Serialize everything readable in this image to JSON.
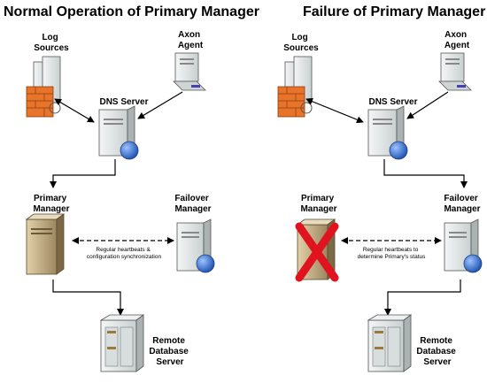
{
  "panels": [
    {
      "title": "Normal Operation of Primary Manager",
      "log_sources": [
        "Log",
        "Sources"
      ],
      "axon_agent": [
        "Axon",
        "Agent"
      ],
      "dns_server": "DNS Server",
      "primary_manager": [
        "Primary",
        "Manager"
      ],
      "failover_manager": [
        "Failover",
        "Manager"
      ],
      "heartbeat_text": [
        "Regular heartbeats &",
        "configuration synchronization"
      ],
      "remote_db": [
        "Remote",
        "Database",
        "Server"
      ],
      "primary_failed": false
    },
    {
      "title": "Failure of Primary Manager",
      "log_sources": [
        "Log",
        "Sources"
      ],
      "axon_agent": [
        "Axon",
        "Agent"
      ],
      "dns_server": "DNS Server",
      "primary_manager": [
        "Primary",
        "Manager"
      ],
      "failover_manager": [
        "Failover",
        "Manager"
      ],
      "heartbeat_text": [
        "Regular heartbeats to",
        "determine Primary's status"
      ],
      "remote_db": [
        "Remote",
        "Database",
        "Server"
      ],
      "primary_failed": true
    }
  ],
  "colors": {
    "server_light": "#e8ecec",
    "server_dark": "#b8bfbf",
    "primary_tan": "#c9b48a",
    "firewall_orange": "#e8742a",
    "globe_blue": "#2e6fd6",
    "fail_red": "#e0141e"
  }
}
